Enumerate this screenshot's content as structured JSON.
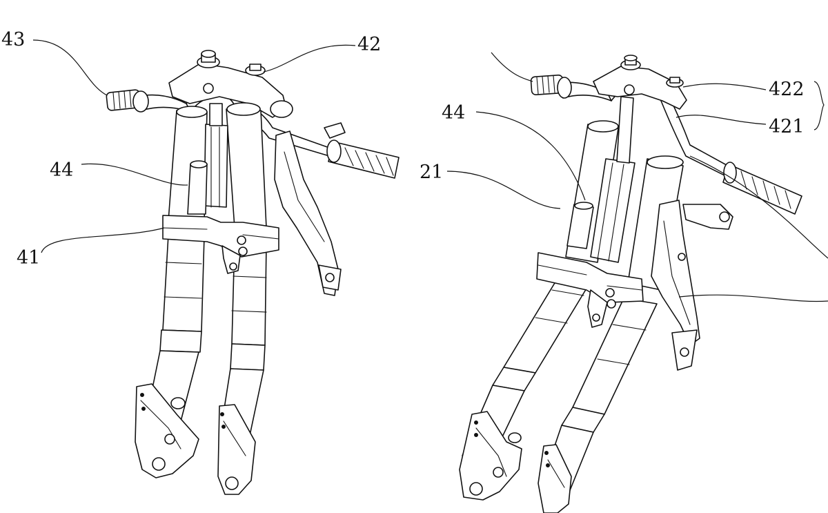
{
  "labels": {
    "fig1": [
      "43",
      "42",
      "44",
      "41"
    ],
    "fig2": [
      "44",
      "21",
      "422",
      "421"
    ]
  }
}
